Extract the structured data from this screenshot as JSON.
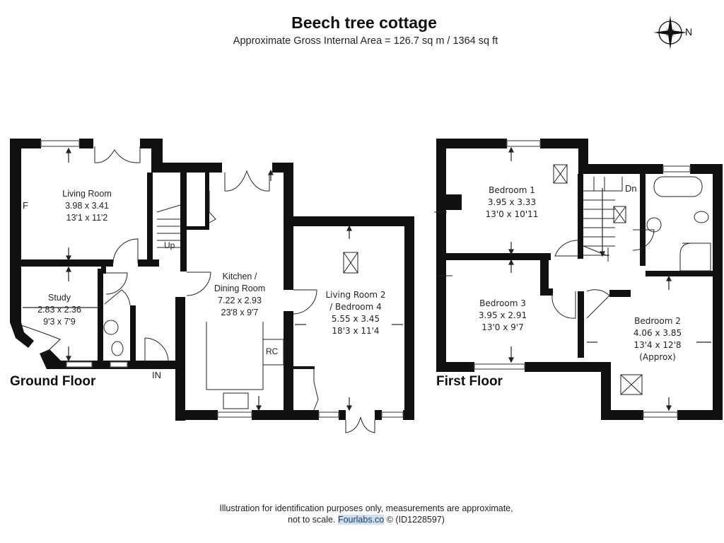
{
  "header": {
    "title": "Beech tree cottage",
    "subtitle": "Approximate Gross Internal Area = 126.7 sq m / 1364 sq ft",
    "compass": {
      "icon": "compass-rose-icon",
      "north_label": "N"
    }
  },
  "ground_floor": {
    "label": "Ground Floor",
    "rooms": [
      {
        "name": "Living Room",
        "metric": "3.98 x 3.41",
        "imperial": "13'1 x 11'2"
      },
      {
        "name": "Study",
        "metric": "2.83 x 2.36",
        "imperial": "9'3 x 7'9"
      },
      {
        "name": "Kitchen /",
        "name2": "Dining Room",
        "metric": "7.22 x 2.93",
        "imperial": "23'8 x 9'7"
      },
      {
        "name": "Living Room 2",
        "name2": "/ Bedroom 4",
        "metric": "5.55 x 3.45",
        "imperial": "18'3 x 11'4"
      }
    ],
    "annotations": {
      "fireplace": "F",
      "stairs": "Up",
      "entrance": "IN",
      "fitting": "RC"
    }
  },
  "first_floor": {
    "label": "First Floor",
    "rooms": [
      {
        "name": "Bedroom 1",
        "metric": "3.95 x 3.33",
        "imperial": "13'0 x 10'11"
      },
      {
        "name": "Bedroom 3",
        "metric": "3.95 x 2.91",
        "imperial": "13'0 x 9'7"
      },
      {
        "name": "Bedroom 2",
        "metric": "4.06 x 3.85",
        "imperial": "13'4 x 12'8",
        "note": "(Approx)"
      }
    ],
    "annotations": {
      "stairs": "Dn"
    }
  },
  "footer": {
    "line1": "Illustration for identification purposes only, measurements are approximate,",
    "line2_prefix": "not to scale.",
    "brand": "Fourlabs.co",
    "line2_suffix": "© (ID1228597)"
  },
  "colors": {
    "wall": "#111111",
    "window": "#9a9a9a",
    "brand_highlight": "#cde0f2"
  }
}
